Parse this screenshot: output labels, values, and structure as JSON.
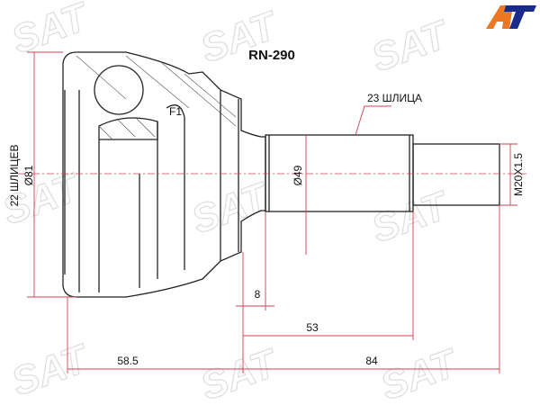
{
  "title": "RN-290",
  "logo": {
    "text": "AT",
    "colors": [
      "#ee7722",
      "#1a2a8a"
    ]
  },
  "watermark": "SAT",
  "labels": {
    "splines_outer": "22 ШЛИЦЕВ",
    "diameter_outer": "Ø81",
    "splines_shaft": "23 ШЛИЦА",
    "diameter_shaft": "Ø49",
    "thread": "M20X1.5",
    "f1": "F1"
  },
  "dimensions": {
    "d8": "8",
    "d53": "53",
    "d58_5": "58.5",
    "d84": "84"
  }
}
